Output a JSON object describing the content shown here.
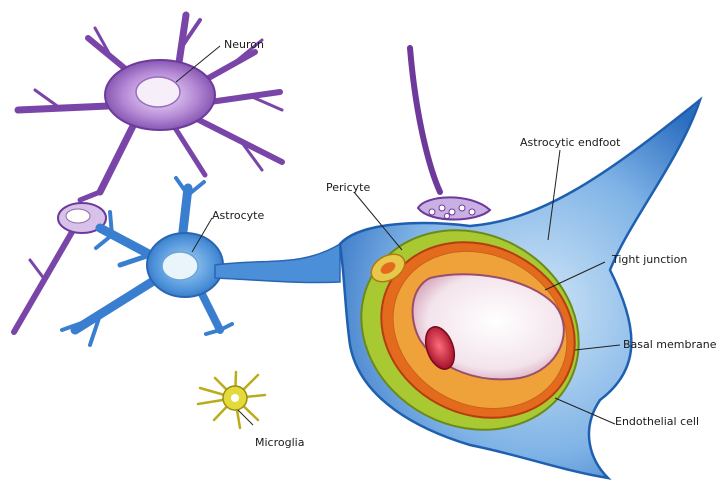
{
  "labels": {
    "neuron": "Neuron",
    "astrocyte": "Astrocyte",
    "pericyte": "Pericyte",
    "astrocytic_endfoot": "Astrocytic endfoot",
    "tight_junction": "Tight junction",
    "basal_membrane": "Basal membrane",
    "endothelial_cell": "Endothelial cell",
    "microglia": "Microglia"
  },
  "colors": {
    "neuron": "#8a55b8",
    "astrocyte": "#3f86d4",
    "pericyte": "#a9c932",
    "endothelial": "#e46a1e",
    "lumen": "#f6eef4",
    "red_cell": "#c41f3c",
    "microglia": "#e3da3c"
  }
}
